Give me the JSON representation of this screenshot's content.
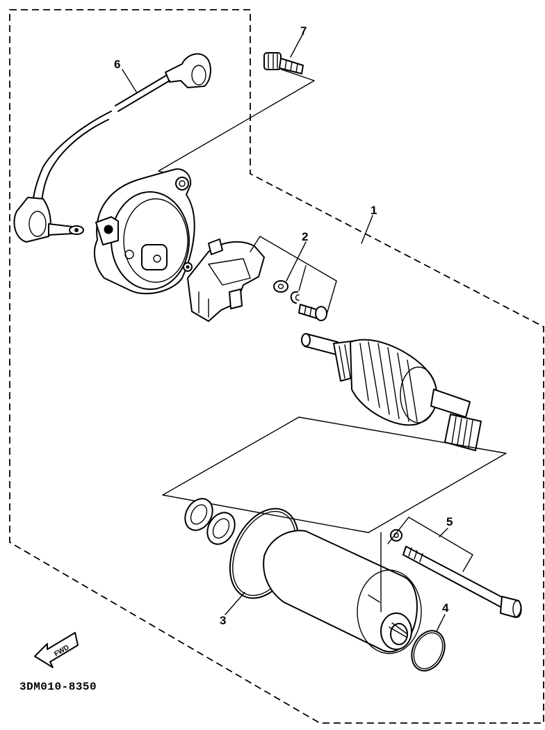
{
  "diagram": {
    "callouts": {
      "1": "1",
      "2": "2",
      "3": "3",
      "4": "4",
      "5": "5",
      "6": "6",
      "7": "7"
    },
    "drawing_code": "3DM010-8350",
    "direction_marker": "FWD"
  }
}
